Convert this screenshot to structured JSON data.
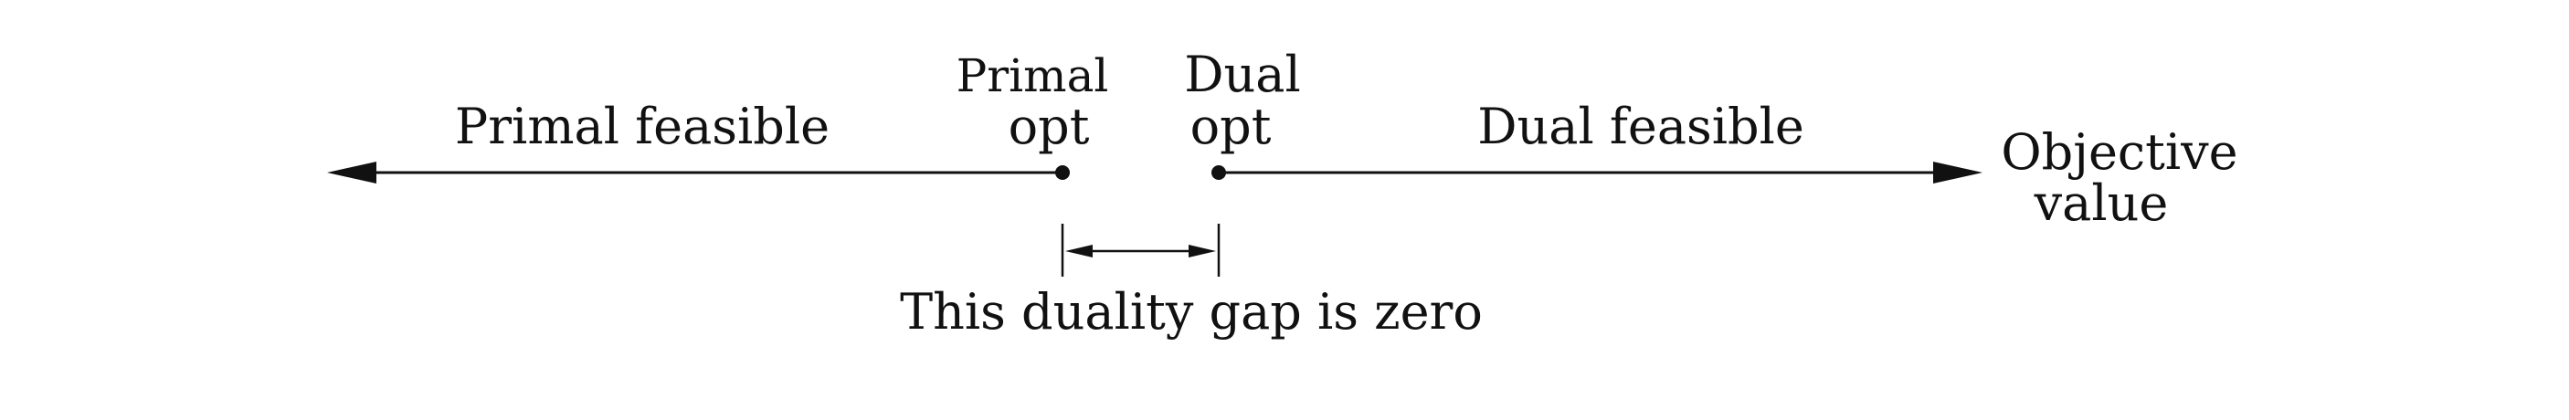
{
  "diagram": {
    "primal_feasible_label": "Primal feasible",
    "dual_feasible_label": "Dual feasible",
    "primal_opt_label_line1": "Primal",
    "primal_opt_label_line2": "opt",
    "dual_opt_label_line1": "Dual",
    "dual_opt_label_line2": "opt",
    "axis_label_line1": "Objective",
    "axis_label_line2": "value",
    "gap_label": "This duality gap is zero"
  },
  "colors": {
    "ink": "#111111",
    "background": "#ffffff"
  }
}
